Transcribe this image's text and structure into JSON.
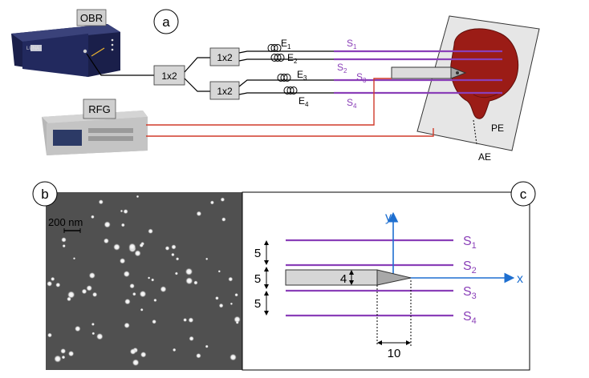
{
  "panel_labels": {
    "a": "a",
    "b": "b",
    "c": "c"
  },
  "devices": {
    "obr": "OBR",
    "rfg": "RFG",
    "luna_logo": "LUNA"
  },
  "splitters": {
    "main": "1x2",
    "upper": "1x2",
    "lower": "1x2"
  },
  "fiber_labels": {
    "e1": {
      "base": "E",
      "sub": "1"
    },
    "e2": {
      "base": "E",
      "sub": "2"
    },
    "e3": {
      "base": "E",
      "sub": "3"
    },
    "e4": {
      "base": "E",
      "sub": "4"
    },
    "s1": {
      "base": "S",
      "sub": "1"
    },
    "s2": {
      "base": "S",
      "sub": "2"
    },
    "s3": {
      "base": "S",
      "sub": "3"
    },
    "s4": {
      "base": "S",
      "sub": "4"
    }
  },
  "tissue_labels": {
    "pe": "PE",
    "ae": "AE"
  },
  "micrograph": {
    "scale_label": "200 nm"
  },
  "schematic": {
    "x_axis": "x",
    "y_axis": "y",
    "spacing_labels": [
      "5",
      "5",
      "5"
    ],
    "tip_width_label": "4",
    "tip_length_label": "10"
  },
  "colors": {
    "fiber_purple": "#8a3fb8",
    "rf_red": "#d03a2a",
    "axis_blue": "#1e6fd0",
    "tissue_red": "#9b1c16",
    "plate_gray": "#e6e6e6"
  }
}
